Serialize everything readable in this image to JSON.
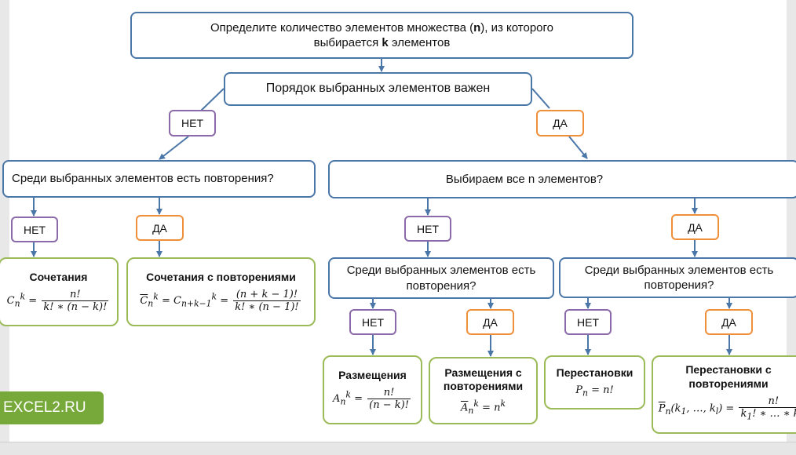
{
  "top_question": {
    "line1_prefix": "Определите количество элементов множества (",
    "line1_bold": "n",
    "line1_suffix": "), из которого",
    "line2_prefix": "выбирается ",
    "line2_bold": "k",
    "line2_suffix": " элементов"
  },
  "order_question": "Порядок выбранных элементов важен",
  "labels": {
    "no": "НЕТ",
    "yes": "ДА"
  },
  "left_question": "Среди выбранных элементов есть повторения?",
  "right_question": "Выбираем все n элементов?",
  "sub_question": "Среди выбранных элементов есть повторения?",
  "results": {
    "combinations": {
      "title": "Сочетания"
    },
    "combinations_rep": {
      "title": "Сочетания с повторениями"
    },
    "arrangements": {
      "title": "Размещения"
    },
    "arrangements_rep": {
      "title": "Размещения с повторениями"
    },
    "permutations": {
      "title": "Перестановки"
    },
    "permutations_rep": {
      "title": "Перестановки с повторениями"
    }
  },
  "watermark": "EXCEL2.RU",
  "colors": {
    "question_border": "#4a76a8",
    "no_border": "#8a6aa8",
    "yes_border": "#ef8f3a",
    "result_border": "#9bbb59",
    "arrow": "#4a76a8",
    "watermark_bg": "#76a83a"
  }
}
